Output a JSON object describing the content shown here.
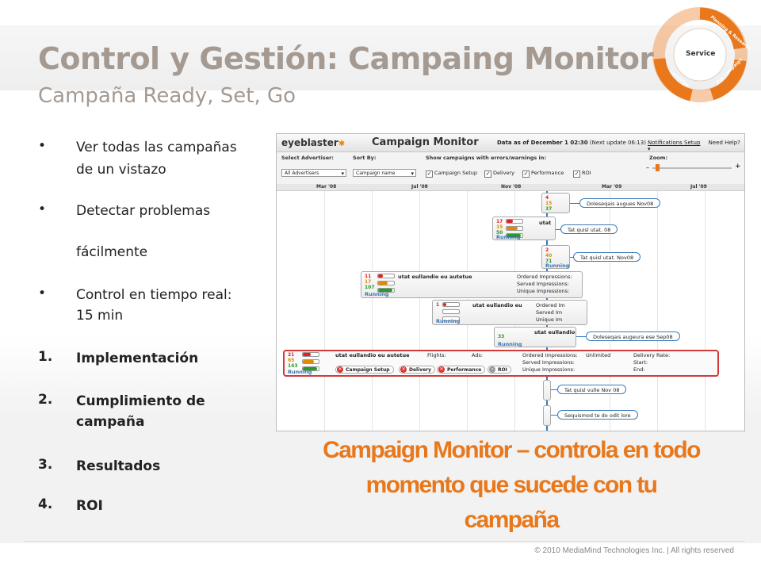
{
  "slide": {
    "title": "Control y Gestión: Campaing Monitor",
    "subtitle": "Campaña Ready, Set, Go",
    "bullets": [
      {
        "line1": "Ver todas las campañas",
        "line2": "de un vistazo"
      },
      {
        "line1": "Detectar problemas",
        "line2": "fácilmente"
      },
      {
        "line1": "Control en tiempo real:",
        "line2": "15 min"
      }
    ],
    "numbered": [
      {
        "num": "1.",
        "line1": "Implementación",
        "line2": ""
      },
      {
        "num": "2.",
        "line1": "Cumplimiento de",
        "line2": "campaña"
      },
      {
        "num": "3.",
        "line1": "Resultados",
        "line2": ""
      },
      {
        "num": "4.",
        "line1": "ROI",
        "line2": ""
      }
    ],
    "caption": {
      "line1": "Campaign Monitor – controla en todo",
      "line2": "momento que sucede con tu",
      "line3": "campaña"
    },
    "footer": "© 2010 MediaMind Technologies Inc. | All rights reserved",
    "accent_color": "#e8781b",
    "title_color": "#a59a92"
  },
  "cycle_graphic": {
    "center": "Service",
    "stages": [
      "Planning & Research",
      "Pre Campaign",
      "Campaign"
    ]
  },
  "campaign_monitor": {
    "logo": "eyeblaster",
    "title": "Campaign Monitor",
    "data_as_of": "Data as of December 1 02:30",
    "next_update": "(Next update 06:13)",
    "notifications_link": "Notifications Setup",
    "help_link": "Need Help? ▾",
    "filters": {
      "advertiser_label": "Select Advertiser:",
      "advertiser_value": "All Advertisers",
      "sort_label": "Sort By:",
      "sort_value": "Campaign name",
      "errors_label": "Show campaigns with errors/warnings in:",
      "checkboxes": [
        "Campaign Setup",
        "Delivery",
        "Performance",
        "ROI"
      ],
      "zoom_label": "Zoom:"
    },
    "timeline": [
      "Mar '08",
      "Jul '08",
      "Nov '08",
      "Mar '09",
      "Jul '09"
    ],
    "campaigns": [
      {
        "counts": [
          "4",
          "15",
          "37"
        ],
        "name": "",
        "status": "",
        "note": "Doleseqais augues Nov08"
      },
      {
        "counts": [
          "17",
          "15",
          "50"
        ],
        "name": "utat",
        "status": "Running",
        "note": "Tat quisl utat. 08"
      },
      {
        "counts": [
          "2",
          "40",
          "71"
        ],
        "name": "",
        "status": "Running",
        "note": "Tat quisl utat. Nov08"
      },
      {
        "counts": [
          "11",
          "17",
          "107"
        ],
        "name": "utat eullandio eu autetue",
        "status": "Running",
        "impressions": [
          "Ordered Impressions:",
          "Served Impressions:",
          "Unique Impressions:"
        ]
      },
      {
        "counts": [
          "1",
          "",
          ""
        ],
        "name": "utat eullandio eu",
        "status": "Running",
        "impressions": [
          "Ordered Im",
          "Served Im",
          "Unique Im"
        ]
      },
      {
        "counts": [
          "",
          "",
          "33"
        ],
        "name": "utat eullandio",
        "status": "Running",
        "note": "Doleseqais augeura ese Sep08"
      },
      {
        "counts": [
          "21",
          "65",
          "143"
        ],
        "name": "utat eullandio eu autetue",
        "status": "Running",
        "flights": "Flights:",
        "ads": "Ads:",
        "impressions": [
          "Ordered Impressions:",
          "Served Impressions:",
          "Unique Impressions:"
        ],
        "ordered_value": "Unlimited",
        "right_labels": [
          "Delivery Rate:",
          "Start:",
          "End:"
        ],
        "pills": [
          "Campaign Setup",
          "Delivery",
          "Performance",
          "ROI"
        ]
      },
      {
        "note": "Tat quisl vulle Nov 08"
      },
      {
        "note": "Sequismod te do odit lore"
      }
    ]
  }
}
